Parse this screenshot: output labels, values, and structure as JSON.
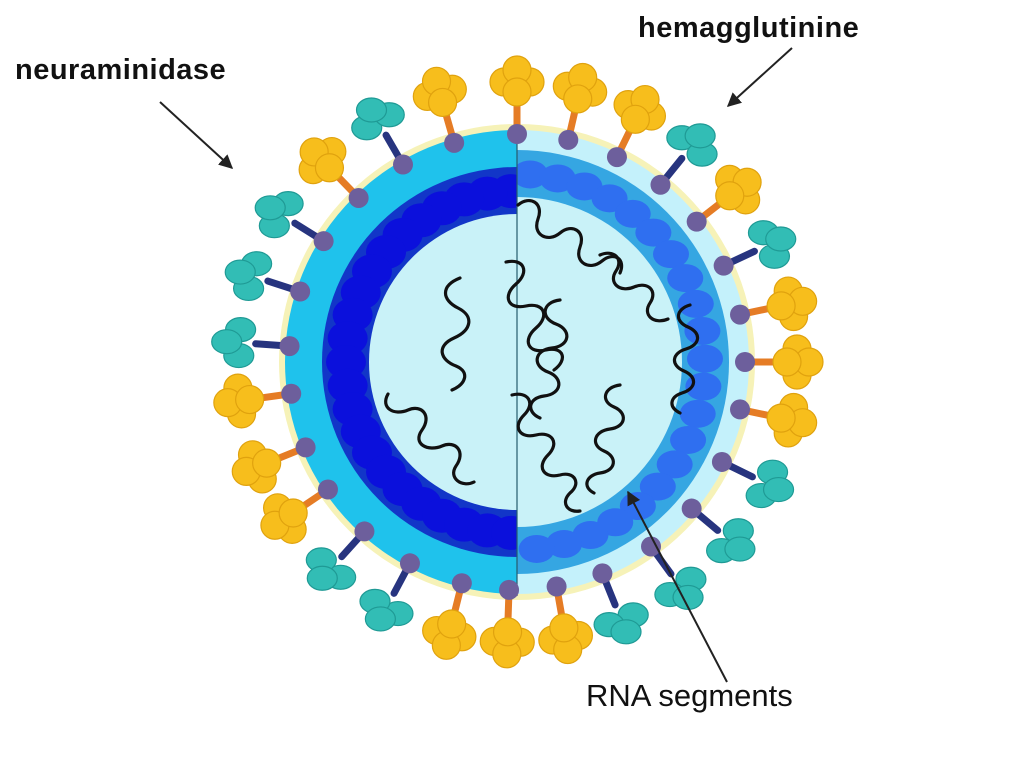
{
  "labels": {
    "neuraminidase": "neuraminidase",
    "hemagglutinine": "hemagglutinine",
    "rna_segments": "RNA segments"
  },
  "colors": {
    "outer_shell": "#1fc2ec",
    "outer_shell_light": "#c4f1fb",
    "envelope_glow": "#f6f2b8",
    "matrix_dark": "#1236c8",
    "matrix_bead_dark": "#0b10dc",
    "matrix_light": "#35a6e2",
    "matrix_bead_light": "#2f6ff0",
    "core": "#c9f2f8",
    "rna": "#111111",
    "hemagglutinin_head": "#f7be1c",
    "hemagglutinin_stalk": "#e57c25",
    "neuraminidase_head": "#32bdb5",
    "neuraminidase_stalk": "#27347f",
    "anchor": "#6d5f9c"
  },
  "icons": [
    "hemagglutinin-spike-icon",
    "neuraminidase-spike-icon",
    "rna-strand-icon",
    "arrow-icon"
  ]
}
